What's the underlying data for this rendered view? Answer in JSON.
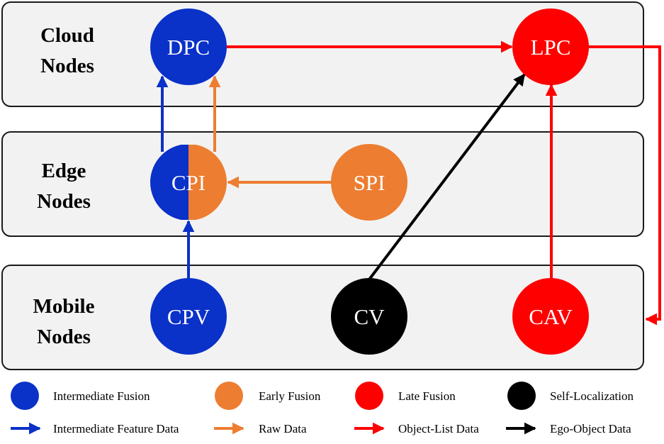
{
  "colors": {
    "blue": "#0a31c8",
    "orange": "#ed7d31",
    "red": "#ff0000",
    "black": "#000000"
  },
  "lanes": [
    {
      "id": "cloud",
      "line1": "Cloud",
      "line2": "Nodes"
    },
    {
      "id": "edge",
      "line1": "Edge",
      "line2": "Nodes"
    },
    {
      "id": "mobile",
      "line1": "Mobile",
      "line2": "Nodes"
    }
  ],
  "nodes": [
    {
      "id": "dpc",
      "label": "DPC",
      "fill": "blue"
    },
    {
      "id": "lpc",
      "label": "LPC",
      "fill": "red"
    },
    {
      "id": "cpi",
      "label": "CPI",
      "fill": "blue",
      "fill_right": "orange"
    },
    {
      "id": "spi",
      "label": "SPI",
      "fill": "orange"
    },
    {
      "id": "cpv",
      "label": "CPV",
      "fill": "blue"
    },
    {
      "id": "cv",
      "label": "CV",
      "fill": "black"
    },
    {
      "id": "cav",
      "label": "CAV",
      "fill": "red"
    }
  ],
  "edges": [
    {
      "from": "cpi",
      "to": "dpc",
      "type": "intermediate-feature",
      "color": "blue"
    },
    {
      "from": "cpi",
      "to": "dpc",
      "type": "raw",
      "color": "orange"
    },
    {
      "from": "spi",
      "to": "cpi",
      "type": "raw",
      "color": "orange"
    },
    {
      "from": "cpv",
      "to": "cpi",
      "type": "intermediate-feature",
      "color": "blue"
    },
    {
      "from": "dpc",
      "to": "lpc",
      "type": "object-list",
      "color": "red"
    },
    {
      "from": "cv",
      "to": "lpc",
      "type": "ego-object",
      "color": "black"
    },
    {
      "from": "cav",
      "to": "lpc",
      "type": "object-list",
      "color": "red"
    },
    {
      "from": "lpc",
      "to": "cav",
      "type": "object-list",
      "color": "red"
    }
  ],
  "legend": {
    "fusion": [
      {
        "label": "Intermediate Fusion",
        "color": "blue"
      },
      {
        "label": "Early Fusion",
        "color": "orange"
      },
      {
        "label": "Late Fusion",
        "color": "red"
      },
      {
        "label": "Self-Localization",
        "color": "black"
      }
    ],
    "data": [
      {
        "label": "Intermediate Feature Data",
        "color": "blue"
      },
      {
        "label": "Raw Data",
        "color": "orange"
      },
      {
        "label": "Object-List Data",
        "color": "red"
      },
      {
        "label": "Ego-Object Data",
        "color": "black"
      }
    ]
  }
}
